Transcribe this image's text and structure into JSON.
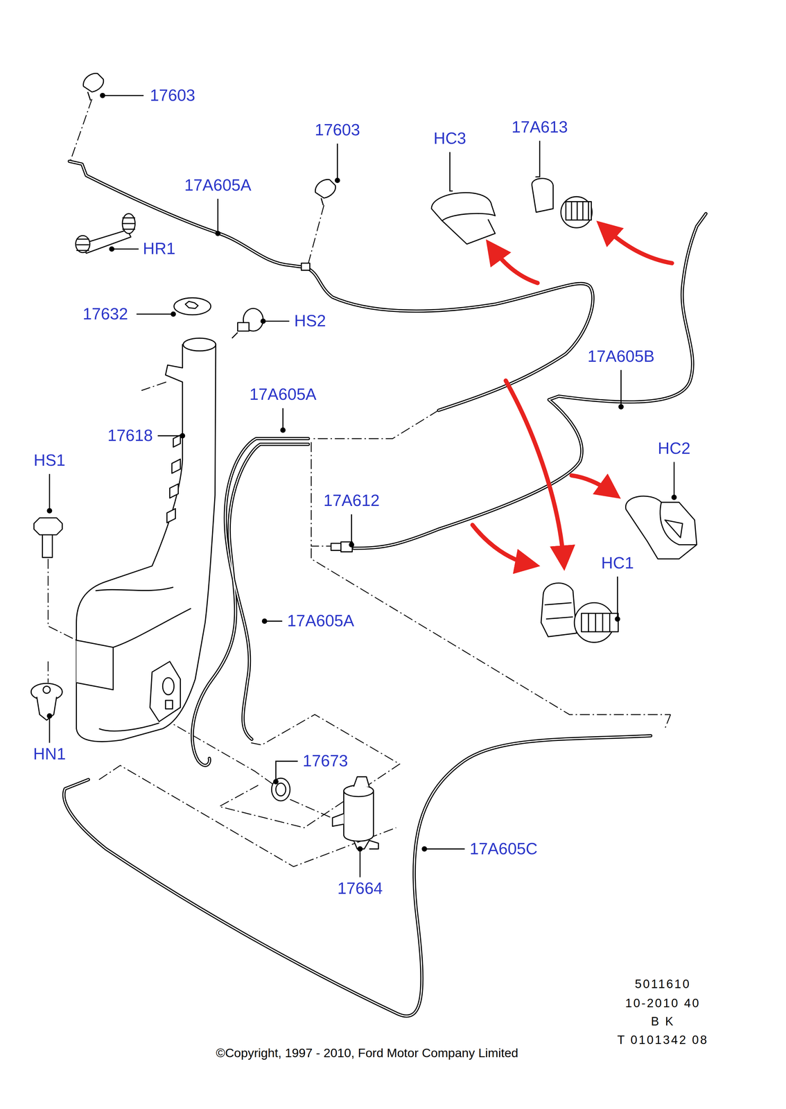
{
  "diagram": {
    "labels": [
      "17603",
      "17603",
      "HC3",
      "17A613",
      "17A605A",
      "HR1",
      "17632",
      "HS2",
      "17A605B",
      "17A605A",
      "17618",
      "HS1",
      "17A612",
      "HC2",
      "HC1",
      "17A605A",
      "HN1",
      "17673",
      "17A605C",
      "17664",
      "5011610",
      "10-2010 40",
      "B K",
      "T 0101342 08",
      "©Copyright, 1997 - 2010, Ford Motor Company Limited"
    ]
  }
}
